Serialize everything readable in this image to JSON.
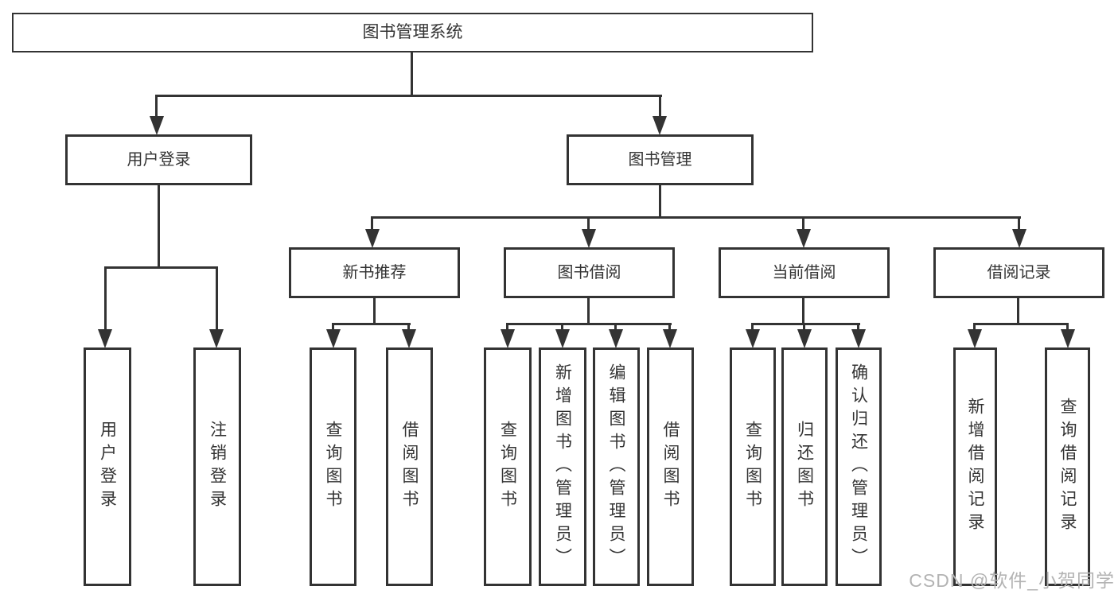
{
  "diagram": {
    "title": "图书管理系统",
    "root": {
      "label": "图书管理系统"
    },
    "level2": [
      {
        "label": "用户登录",
        "children": [
          "用户登录",
          "注销登录"
        ]
      },
      {
        "label": "图书管理",
        "children": [
          "新书推荐",
          "图书借阅",
          "当前借阅",
          "借阅记录"
        ]
      }
    ],
    "level3": [
      {
        "label": "新书推荐",
        "parent": "图书管理",
        "children": [
          "查询图书",
          "借阅图书"
        ]
      },
      {
        "label": "图书借阅",
        "parent": "图书管理",
        "children": [
          "查询图书",
          "新增图书（管理员）",
          "编辑图书（管理员）",
          "借阅图书"
        ]
      },
      {
        "label": "当前借阅",
        "parent": "图书管理",
        "children": [
          "查询图书",
          "归还图书",
          "确认归还（管理员）"
        ]
      },
      {
        "label": "借阅记录",
        "parent": "图书管理",
        "children": [
          "新增借阅记录",
          "查询借阅记录"
        ]
      }
    ],
    "leaves": [
      {
        "label": "用户登录",
        "parent": "用户登录"
      },
      {
        "label": "注销登录",
        "parent": "用户登录"
      },
      {
        "label": "查询图书",
        "parent": "新书推荐"
      },
      {
        "label": "借阅图书",
        "parent": "新书推荐"
      },
      {
        "label": "查询图书",
        "parent": "图书借阅"
      },
      {
        "label": "新增图书（管理员）",
        "parent": "图书借阅"
      },
      {
        "label": "编辑图书（管理员）",
        "parent": "图书借阅"
      },
      {
        "label": "借阅图书",
        "parent": "图书借阅"
      },
      {
        "label": "查询图书",
        "parent": "当前借阅"
      },
      {
        "label": "归还图书",
        "parent": "当前借阅"
      },
      {
        "label": "确认归还（管理员）",
        "parent": "当前借阅"
      },
      {
        "label": "新增借阅记录",
        "parent": "借阅记录"
      },
      {
        "label": "查询借阅记录",
        "parent": "借阅记录"
      }
    ],
    "watermark": {
      "text": "CSDN @软件_小贺同学"
    },
    "colors": {
      "line": "#333333",
      "text": "#333333",
      "watermark": "#b3b3b3",
      "background": "#ffffff"
    }
  }
}
